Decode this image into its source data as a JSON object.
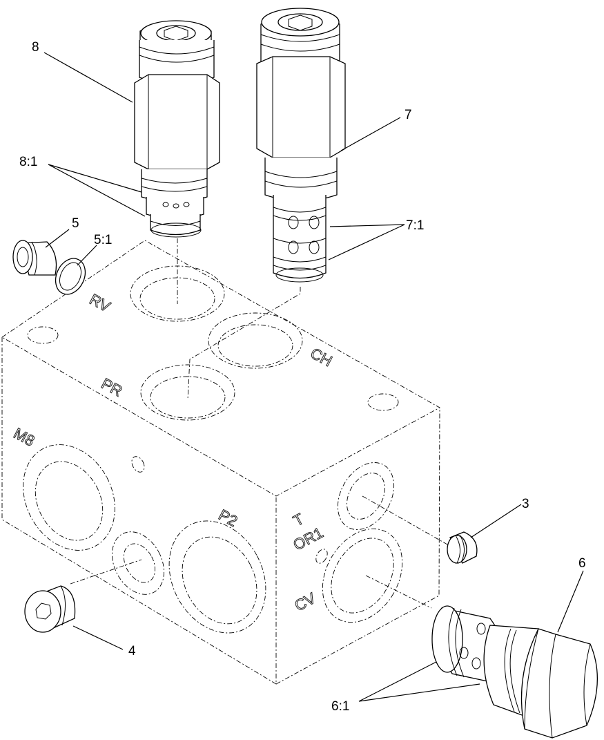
{
  "callouts": {
    "c8": "8",
    "c7": "7",
    "c8_1": "8:1",
    "c7_1": "7:1",
    "c5": "5",
    "c5_1": "5:1",
    "c3": "3",
    "c6": "6",
    "c4": "4",
    "c6_1": "6:1"
  },
  "port_labels": {
    "rv": "RV",
    "ch": "CH",
    "pr": "PR",
    "m8": "M8",
    "p2": "P2",
    "t": "T",
    "or1": "OR1",
    "cv": "CV"
  }
}
